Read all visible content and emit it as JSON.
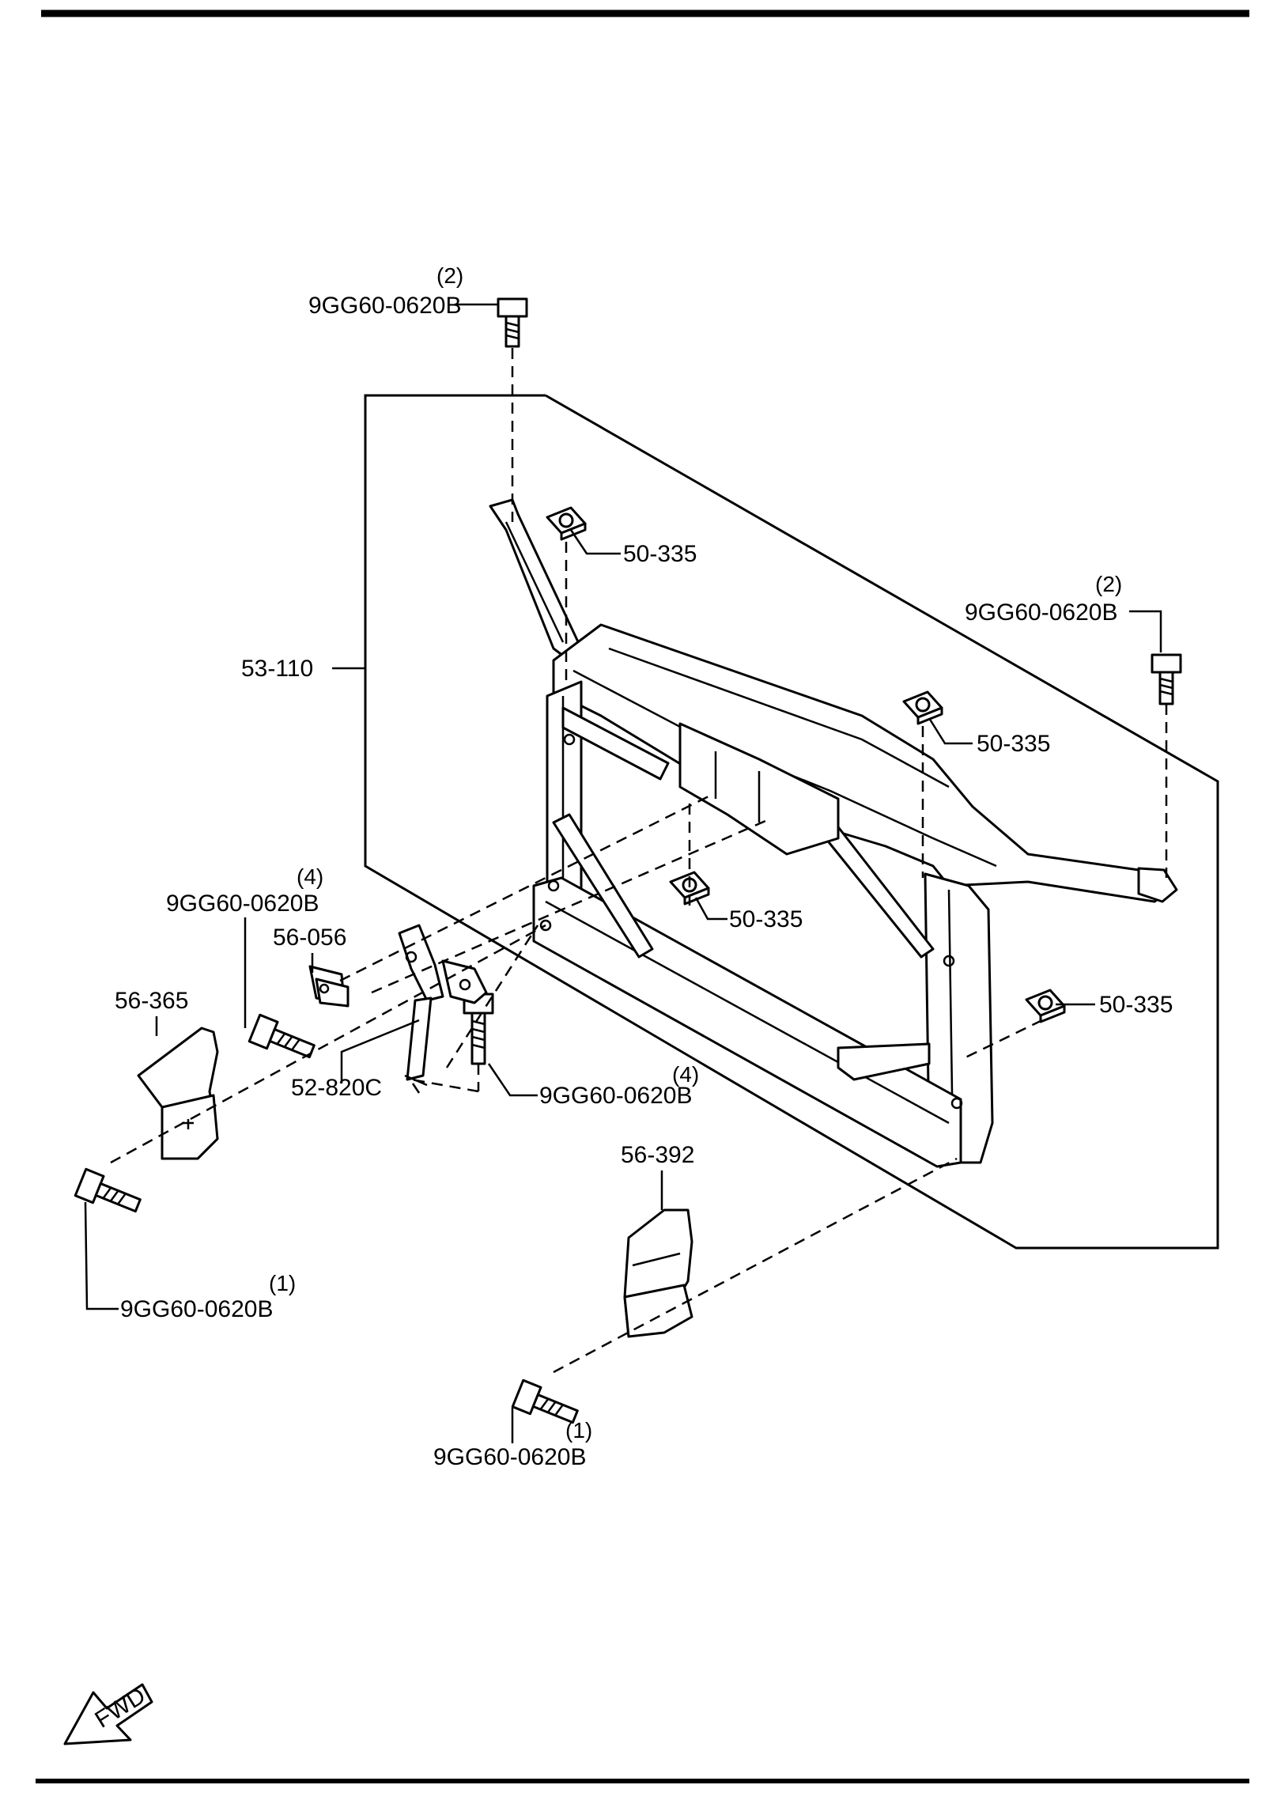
{
  "callouts": {
    "bolt_top_left": {
      "qty": "(2)",
      "part": "9GG60-0620B"
    },
    "nut_a": {
      "part": "50-335"
    },
    "bolt_top_right": {
      "qty": "(2)",
      "part": "9GG60-0620B"
    },
    "frame": {
      "part": "53-110"
    },
    "nut_b": {
      "part": "50-335"
    },
    "nut_c": {
      "part": "50-335"
    },
    "nut_d": {
      "part": "50-335"
    },
    "bolt_mid_left": {
      "qty": "(4)",
      "part": "9GG60-0620B"
    },
    "bracket_small": {
      "part": "56-056"
    },
    "cover_left": {
      "part": "56-365"
    },
    "latch": {
      "part": "52-820C"
    },
    "bolt_mid_right": {
      "qty": "(4)",
      "part": "9GG60-0620B"
    },
    "cover_right": {
      "part": "56-392"
    },
    "bolt_low_left": {
      "qty": "(1)",
      "part": "9GG60-0620B"
    },
    "bolt_low_right": {
      "qty": "(1)",
      "part": "9GG60-0620B"
    }
  },
  "fwd_marker": {
    "text": "FWD"
  },
  "icons": [
    "bolt-icon",
    "clip-nut-icon",
    "fwd-arrow-icon"
  ]
}
